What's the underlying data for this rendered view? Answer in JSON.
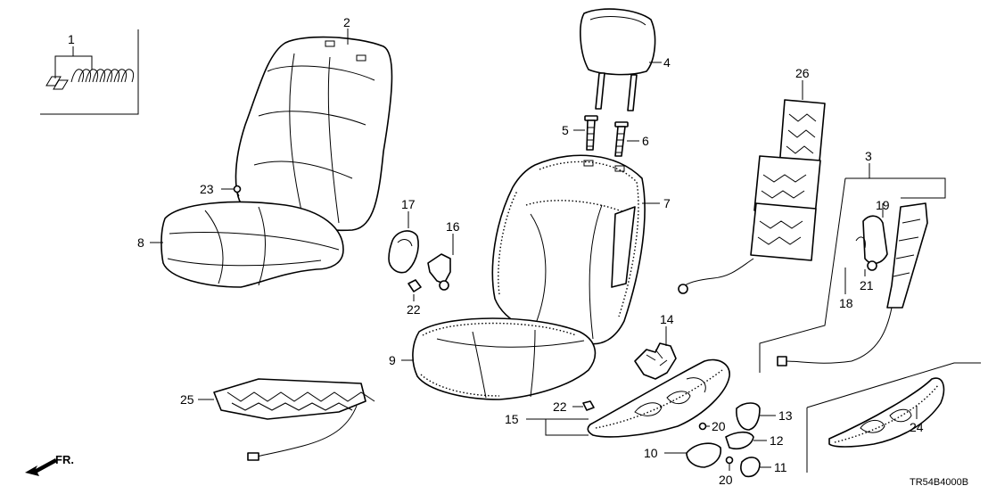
{
  "callouts": {
    "c1": "1",
    "c2": "2",
    "c3": "3",
    "c4": "4",
    "c5": "5",
    "c6": "6",
    "c7": "7",
    "c8": "8",
    "c9": "9",
    "c10": "10",
    "c11": "11",
    "c12": "12",
    "c13": "13",
    "c14": "14",
    "c15": "15",
    "c16": "16",
    "c17": "17",
    "c18": "18",
    "c19": "19",
    "c20a": "20",
    "c20b": "20",
    "c21": "21",
    "c22a": "22",
    "c22b": "22",
    "c23": "23",
    "c24": "24",
    "c25": "25",
    "c26": "26"
  },
  "direction_label": "FR.",
  "diagram_code": "TR54B4000B"
}
